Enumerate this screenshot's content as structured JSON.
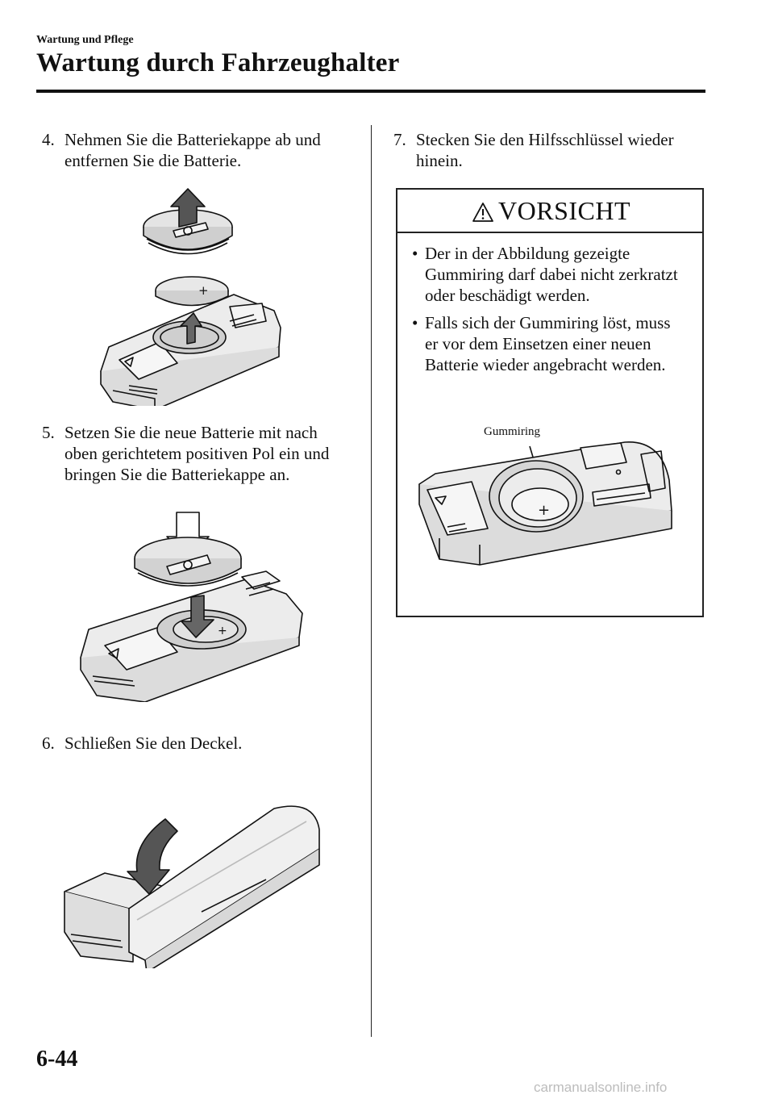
{
  "header": {
    "section": "Wartung und Pflege",
    "title": "Wartung durch Fahrzeughalter"
  },
  "steps": {
    "s4": {
      "num": "4.",
      "lines": [
        "Nehmen Sie die Batteriekappe ab und",
        "entfernen Sie die Batterie."
      ]
    },
    "s5": {
      "num": "5.",
      "lines": [
        "Setzen Sie die neue Batterie mit nach",
        "oben gerichtetem positiven Pol ein und",
        "bringen Sie die Batteriekappe an."
      ]
    },
    "s6": {
      "num": "6.",
      "lines": [
        "Schließen Sie den Deckel."
      ]
    },
    "s7": {
      "num": "7.",
      "lines": [
        "Stecken Sie den Hilfsschlüssel wieder",
        "hinein."
      ]
    }
  },
  "caution": {
    "title": "VORSICHT",
    "bullets": [
      {
        "lines": [
          "Der in der Abbildung gezeigte",
          "Gummiring darf dabei nicht zerkratzt",
          "oder beschädigt werden."
        ]
      },
      {
        "lines": [
          "Falls sich der Gummiring löst, muss",
          "er vor dem Einsetzen einer neuen",
          "Batterie wieder angebracht werden."
        ]
      }
    ],
    "figure_label": "Gummiring"
  },
  "footer": {
    "page_number": "6-44",
    "watermark": "carmanualsonline.info"
  }
}
